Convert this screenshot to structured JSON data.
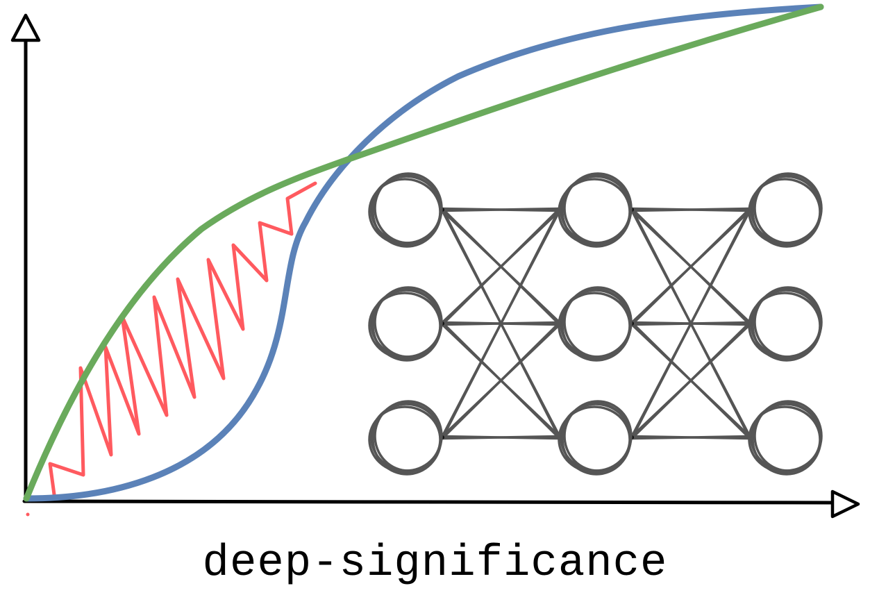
{
  "caption": "deep-significance",
  "colors": {
    "background": "#ffffff",
    "axis": "#000000",
    "smooth_curve": "#6b9bd2",
    "smooth_curve_stroke": "#5b82b8",
    "concave_curve": "#6aaa5c",
    "noisy_curve": "#ff5a5f",
    "network": "#555555"
  },
  "network": {
    "layers": [
      3,
      3,
      3
    ]
  },
  "icons": {
    "y_axis_arrow": "triangle-up-outline",
    "x_axis_arrow": "triangle-right-outline"
  }
}
